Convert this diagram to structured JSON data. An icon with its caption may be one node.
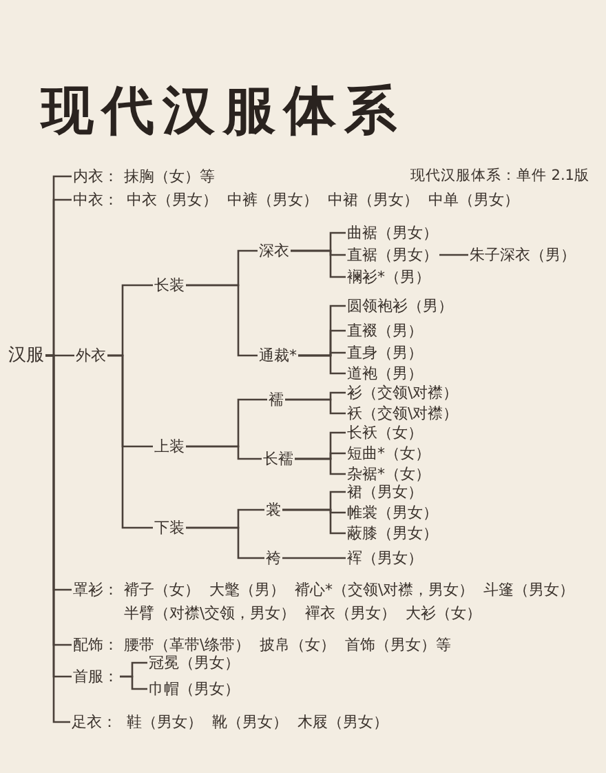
{
  "diagram": {
    "title": "现代汉服体系",
    "nodes": [
      {
        "text": [
          "汉服"
        ]
      },
      {
        "text": [
          "内衣："
        ],
        "beside": [
          "抹胸（女）等"
        ]
      },
      {
        "text": [
          "中衣："
        ],
        "beside": [
          "中衣（男女）",
          "中裤（男女）",
          "中裙（男女）",
          "中单（男女）"
        ]
      },
      {
        "text": [
          "外衣"
        ]
      },
      {
        "text": [
          "长装"
        ]
      },
      {
        "text": [
          "深衣"
        ]
      },
      {
        "text": [
          "曲裾（男女）"
        ]
      },
      {
        "text": [
          "直裾（男女）"
        ]
      },
      {
        "text": [
          "朱子深衣（男）"
        ]
      },
      {
        "text": [
          "襕衫*（男）"
        ]
      },
      {
        "text": [
          "通裁*"
        ]
      },
      {
        "text": [
          "圆领袍衫（男）"
        ]
      },
      {
        "text": [
          "直裰（男）"
        ]
      },
      {
        "text": [
          "直身（男）"
        ]
      },
      {
        "text": [
          "道袍（男）"
        ]
      },
      {
        "text": [
          "上装"
        ]
      },
      {
        "text": [
          "襦"
        ]
      },
      {
        "text": [
          "衫（交领\\对襟）"
        ]
      },
      {
        "text": [
          "袄（交领\\对襟）"
        ]
      },
      {
        "text": [
          "长襦"
        ]
      },
      {
        "text": [
          "长袄（女）"
        ]
      },
      {
        "text": [
          "短曲*（女）"
        ]
      },
      {
        "text": [
          "杂裾*（女）"
        ]
      },
      {
        "text": [
          "下装"
        ]
      },
      {
        "text": [
          "裳"
        ]
      },
      {
        "text": [
          "裙（男女）"
        ]
      },
      {
        "text": [
          "帷裳（男女）"
        ]
      },
      {
        "text": [
          "蔽膝（男女）"
        ]
      },
      {
        "text": [
          "袴"
        ]
      },
      {
        "text": [
          "裈（男女）"
        ]
      },
      {
        "text": [
          "罩衫："
        ],
        "beside": [
          "褙子（女）",
          "大氅（男）",
          "褙心*（交领\\对襟，男女）",
          "斗篷（男女）",
          "半臂（对襟\\交领，男女）",
          "襌衣（男女）",
          "大衫（女）"
        ]
      },
      {
        "text": [
          "配饰："
        ],
        "beside": [
          "腰带（革带\\绦带）",
          "披帛（女）",
          "首饰（男女）等"
        ]
      },
      {
        "text": [
          "首服："
        ]
      },
      {
        "text": [
          "冠冕（男女）"
        ]
      },
      {
        "text": [
          "巾帽（男女）"
        ]
      },
      {
        "text": [
          "足衣："
        ],
        "beside": [
          "鞋（男女）",
          "靴（男女）",
          "木屐（男女）"
        ]
      }
    ],
    "edges": [
      {
        "from": 0,
        "to": 1,
        "arrow": "none"
      },
      {
        "from": 0,
        "to": 2,
        "arrow": "none"
      },
      {
        "from": 0,
        "to": 3,
        "arrow": "none"
      },
      {
        "from": 0,
        "to": 30,
        "arrow": "none"
      },
      {
        "from": 0,
        "to": 31,
        "arrow": "none"
      },
      {
        "from": 0,
        "to": 32,
        "arrow": "none"
      },
      {
        "from": 0,
        "to": 35,
        "arrow": "none"
      },
      {
        "from": 3,
        "to": 4,
        "arrow": "none"
      },
      {
        "from": 3,
        "to": 15,
        "arrow": "none"
      },
      {
        "from": 3,
        "to": 23,
        "arrow": "none"
      },
      {
        "from": 4,
        "to": 5,
        "arrow": "none"
      },
      {
        "from": 4,
        "to": 10,
        "arrow": "none"
      },
      {
        "from": 5,
        "to": 6,
        "arrow": "none"
      },
      {
        "from": 5,
        "to": 7,
        "arrow": "none"
      },
      {
        "from": 5,
        "to": 9,
        "arrow": "none"
      },
      {
        "from": 7,
        "to": 8,
        "arrow": "none"
      },
      {
        "from": 10,
        "to": 11,
        "arrow": "none"
      },
      {
        "from": 10,
        "to": 12,
        "arrow": "none"
      },
      {
        "from": 10,
        "to": 13,
        "arrow": "none"
      },
      {
        "from": 10,
        "to": 14,
        "arrow": "none"
      },
      {
        "from": 15,
        "to": 16,
        "arrow": "none"
      },
      {
        "from": 15,
        "to": 19,
        "arrow": "none"
      },
      {
        "from": 16,
        "to": 17,
        "arrow": "none"
      },
      {
        "from": 16,
        "to": 18,
        "arrow": "none"
      },
      {
        "from": 19,
        "to": 20,
        "arrow": "none"
      },
      {
        "from": 19,
        "to": 21,
        "arrow": "none"
      },
      {
        "from": 19,
        "to": 22,
        "arrow": "none"
      },
      {
        "from": 23,
        "to": 24,
        "arrow": "none"
      },
      {
        "from": 23,
        "to": 28,
        "arrow": "none"
      },
      {
        "from": 24,
        "to": 25,
        "arrow": "none"
      },
      {
        "from": 24,
        "to": 26,
        "arrow": "none"
      },
      {
        "from": 24,
        "to": 27,
        "arrow": "none"
      },
      {
        "from": 28,
        "to": 29,
        "arrow": "none"
      },
      {
        "from": 32,
        "to": 33,
        "arrow": "none"
      },
      {
        "from": 32,
        "to": 34,
        "arrow": "none"
      }
    ],
    "labels": [
      "现代汉服体系：单件 2.1版"
    ]
  }
}
